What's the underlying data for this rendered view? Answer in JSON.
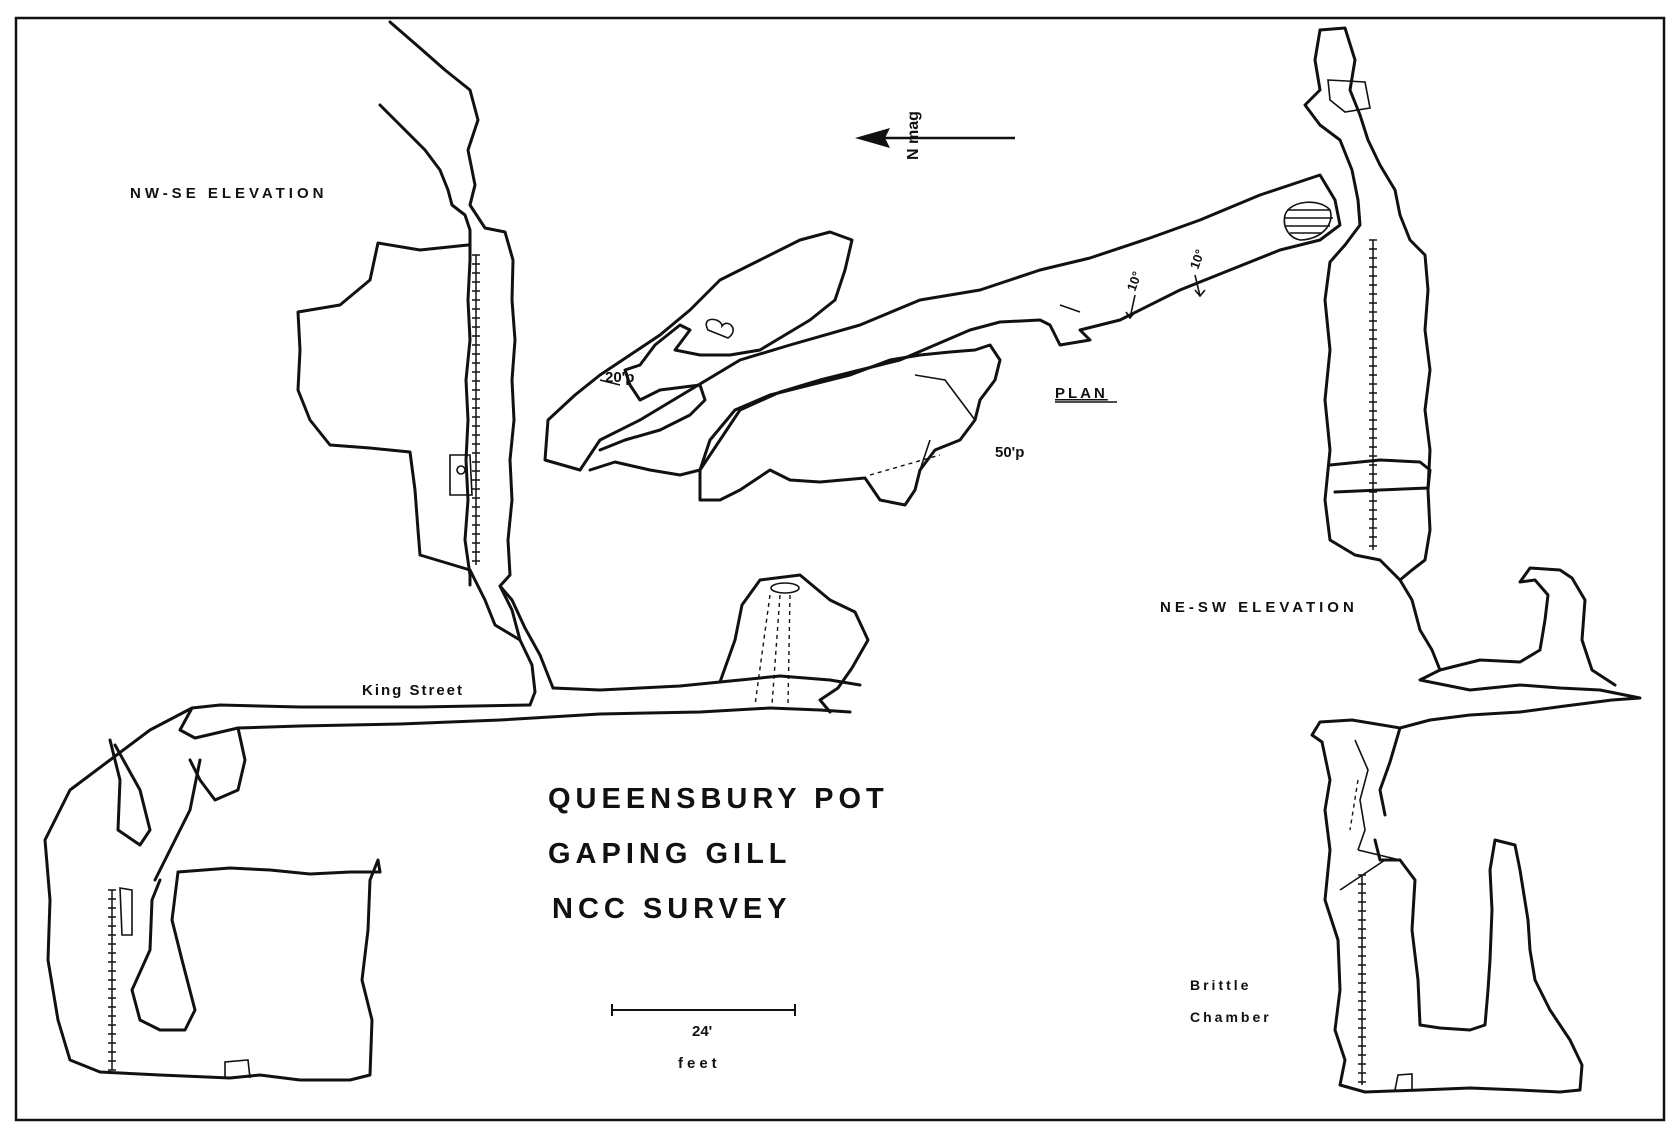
{
  "map": {
    "title_lines": [
      "QUEENSBURY POT",
      "GAPING GILL",
      "NCC SURVEY"
    ],
    "north_arrow": {
      "label": "N mag",
      "icon": "north-arrow-icon"
    },
    "views": {
      "nw_se": "NW-SE ELEVATION",
      "plan": "PLAN",
      "ne_sw": "NE-SW ELEVATION"
    },
    "labels": {
      "king_street": "King Street",
      "brittle_line1": "Brittle",
      "brittle_line2": "Chamber",
      "pitch_20": "20'p",
      "pitch_50": "50'p",
      "slope_1": "10°",
      "slope_2": "10°"
    },
    "scale_bar": {
      "length_label": "24'",
      "unit": "feet"
    },
    "colors": {
      "ink": "#111111",
      "paper": "#ffffff"
    }
  }
}
